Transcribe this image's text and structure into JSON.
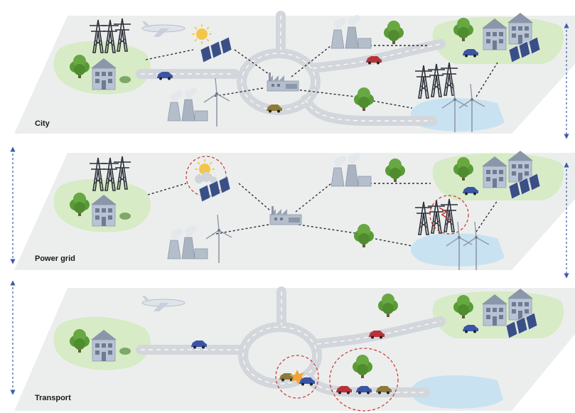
{
  "layers": [
    {
      "id": "city",
      "label": "City"
    },
    {
      "id": "power-grid",
      "label": "Power grid"
    },
    {
      "id": "transport",
      "label": "Transport"
    }
  ],
  "colors": {
    "plane": "#eceeee",
    "grass": "#d7ebc6",
    "water": "#c9e2f2",
    "road": "#d3d7dc",
    "road_line": "#ffffff",
    "link": "#2b2f36",
    "failure_ring": "#c8342a",
    "arrow": "#3a5ea8",
    "tree": "#5a9b36",
    "house": "#b8c3d4",
    "factory": "#b5bfcc",
    "car_blue": "#3b55a6",
    "car_red": "#b8323a",
    "car_olive": "#8c7a3a",
    "solar": "#3a4f86",
    "sun": "#f3c64a"
  },
  "icons": [
    "pylon-icon",
    "house-icon",
    "tree-icon",
    "solar-panel-icon",
    "sun-icon",
    "airplane-icon",
    "factory-icon",
    "power-plant-icon",
    "wind-turbine-icon",
    "car-icon",
    "collision-icon"
  ]
}
